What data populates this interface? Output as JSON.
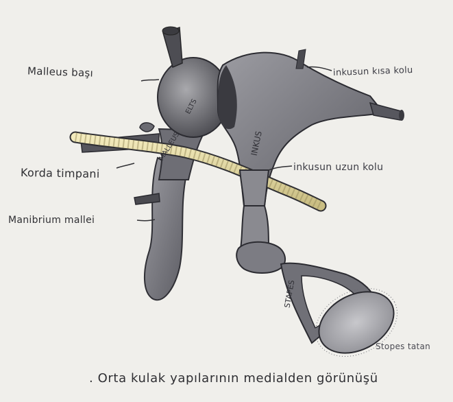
{
  "labels": {
    "malleus_head": "Malleus başı",
    "incus_short_process": "inkusun kısa kolu",
    "chorda_tympani": "Korda timpani",
    "incus_long_process": "inkusun uzun kolu",
    "manubrium": "Manibrium mallei",
    "stapes_base": "Stopes tatan"
  },
  "on_drawing": {
    "malleus": "MALLEUS",
    "malleus_short": "ELTS",
    "incus": "INKUS",
    "stapes": "STAPES"
  },
  "caption": ". Orta kulak yapılarının medialden görünüşü",
  "colors": {
    "paper": "#f0efeb",
    "pencil": "#3a3a40",
    "bone_shade": "#8e8e94",
    "chorda": "#e9dfa6"
  }
}
